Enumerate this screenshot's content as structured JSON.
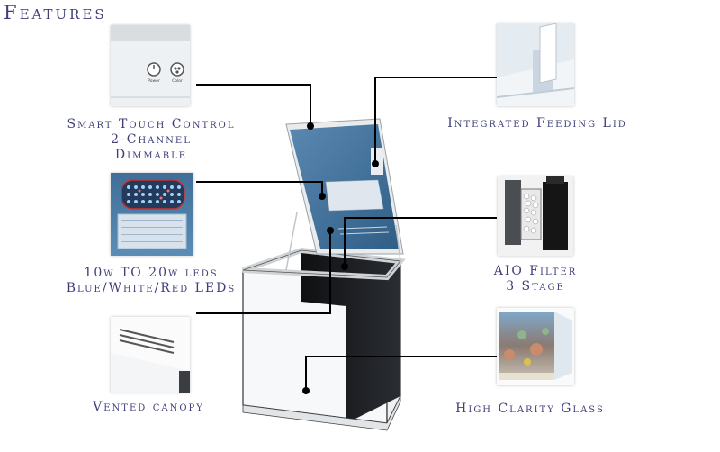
{
  "title": "Features",
  "features": {
    "touch": {
      "line1": "Smart Touch Control",
      "line2": "2-Channel",
      "line3": "Dimmable",
      "button1": "Power",
      "button2": "Color"
    },
    "leds": {
      "line1": "10w TO 20w leds",
      "line2": "Blue/White/Red LEDs"
    },
    "canopy": {
      "line1": "Vented canopy"
    },
    "lid": {
      "line1": "Integrated Feeding Lid"
    },
    "filter": {
      "line1": "AIO Filter",
      "line2": "3 Stage"
    },
    "glass": {
      "line1": "High Clarity Glass"
    }
  },
  "colors": {
    "label": "#3f3f7a",
    "lid_blue": "#4a7aa3",
    "tank_dark": "#1c1e22"
  }
}
